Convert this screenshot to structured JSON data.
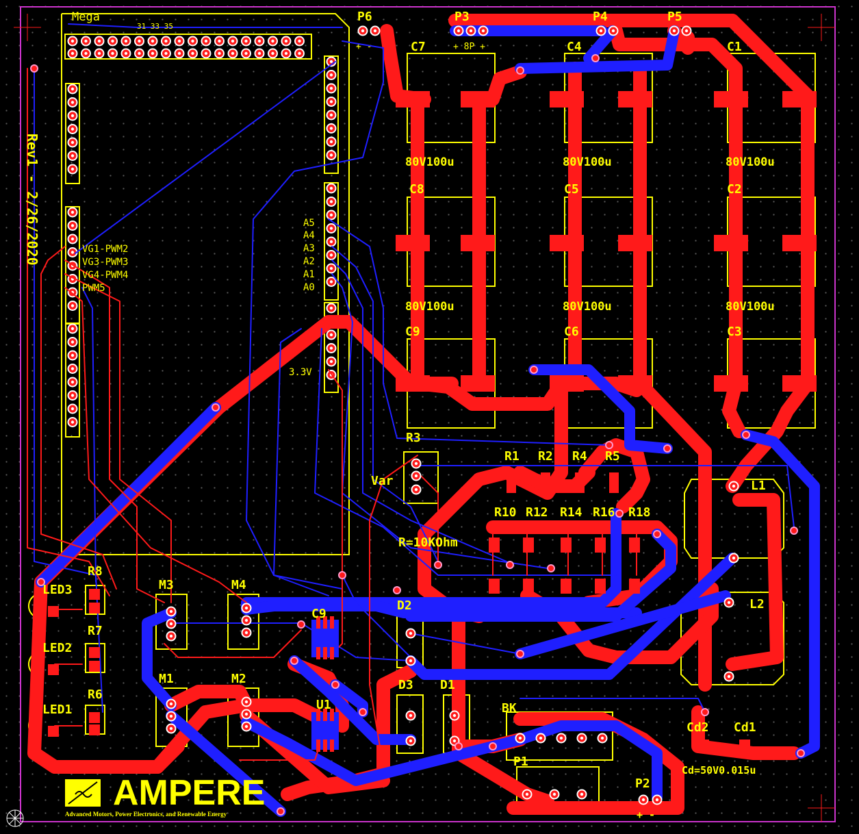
{
  "board": {
    "outline_color": "#cc33cc",
    "silk_color": "#ffff00",
    "top_copper_color": "#ff1a1a",
    "bottom_copper_color": "#1f1fff"
  },
  "header": {
    "mega": "Mega",
    "pin_numbers": "31 33 35",
    "revision": "Rev1 - 2/26/2020"
  },
  "pins": {
    "a5": "A5",
    "a4": "A4",
    "a3": "A3",
    "a2": "A2",
    "a1": "A1",
    "a0": "A0",
    "v33": "3.3V",
    "pwm2": "VG1-PWM2",
    "pwm3": "VG3-PWM3",
    "pwm4": "VG4-PWM4",
    "pwm5": "PWM5"
  },
  "connectors": {
    "p6": "P6",
    "p3": "P3",
    "p4": "P4",
    "p5": "P5",
    "p6_pol": "+ -",
    "p3_pol": "+ 8P +",
    "p2": "P2",
    "p2_pol": "+ -",
    "p1": "P1"
  },
  "caps": {
    "c7": "C7",
    "c4": "C4",
    "c1": "C1",
    "c8": "C8",
    "c5": "C5",
    "c2": "C2",
    "c9": "C9",
    "c6": "C6",
    "c3": "C3",
    "rating": "80V100u",
    "cd1": "Cd1",
    "cd2": "Cd2",
    "cd_value": "Cd=50V0.015u"
  },
  "resistors": {
    "r3": "R3",
    "var": "Var",
    "r_value": "R=10KOhm",
    "r1": "R1",
    "r2": "R2",
    "r4": "R4",
    "r5": "R5",
    "r10": "R10",
    "r12": "R12",
    "r14": "R14",
    "r16": "R16",
    "r18": "R18",
    "r6": "R6",
    "r7": "R7",
    "r8": "R8"
  },
  "parts": {
    "led1": "LED1",
    "led2": "LED2",
    "led3": "LED3",
    "m1": "M1",
    "m2": "M2",
    "m3": "M3",
    "m4": "M4",
    "c10": "C9",
    "u1": "U1",
    "d1": "D1",
    "d2": "D2",
    "d3": "D3",
    "bk": "BK",
    "l1": "L1",
    "l2": "L2"
  },
  "logo": {
    "name": "AMPERE",
    "tagline": "Advanced Motors, Power Electronics, and Renewable Energy"
  }
}
